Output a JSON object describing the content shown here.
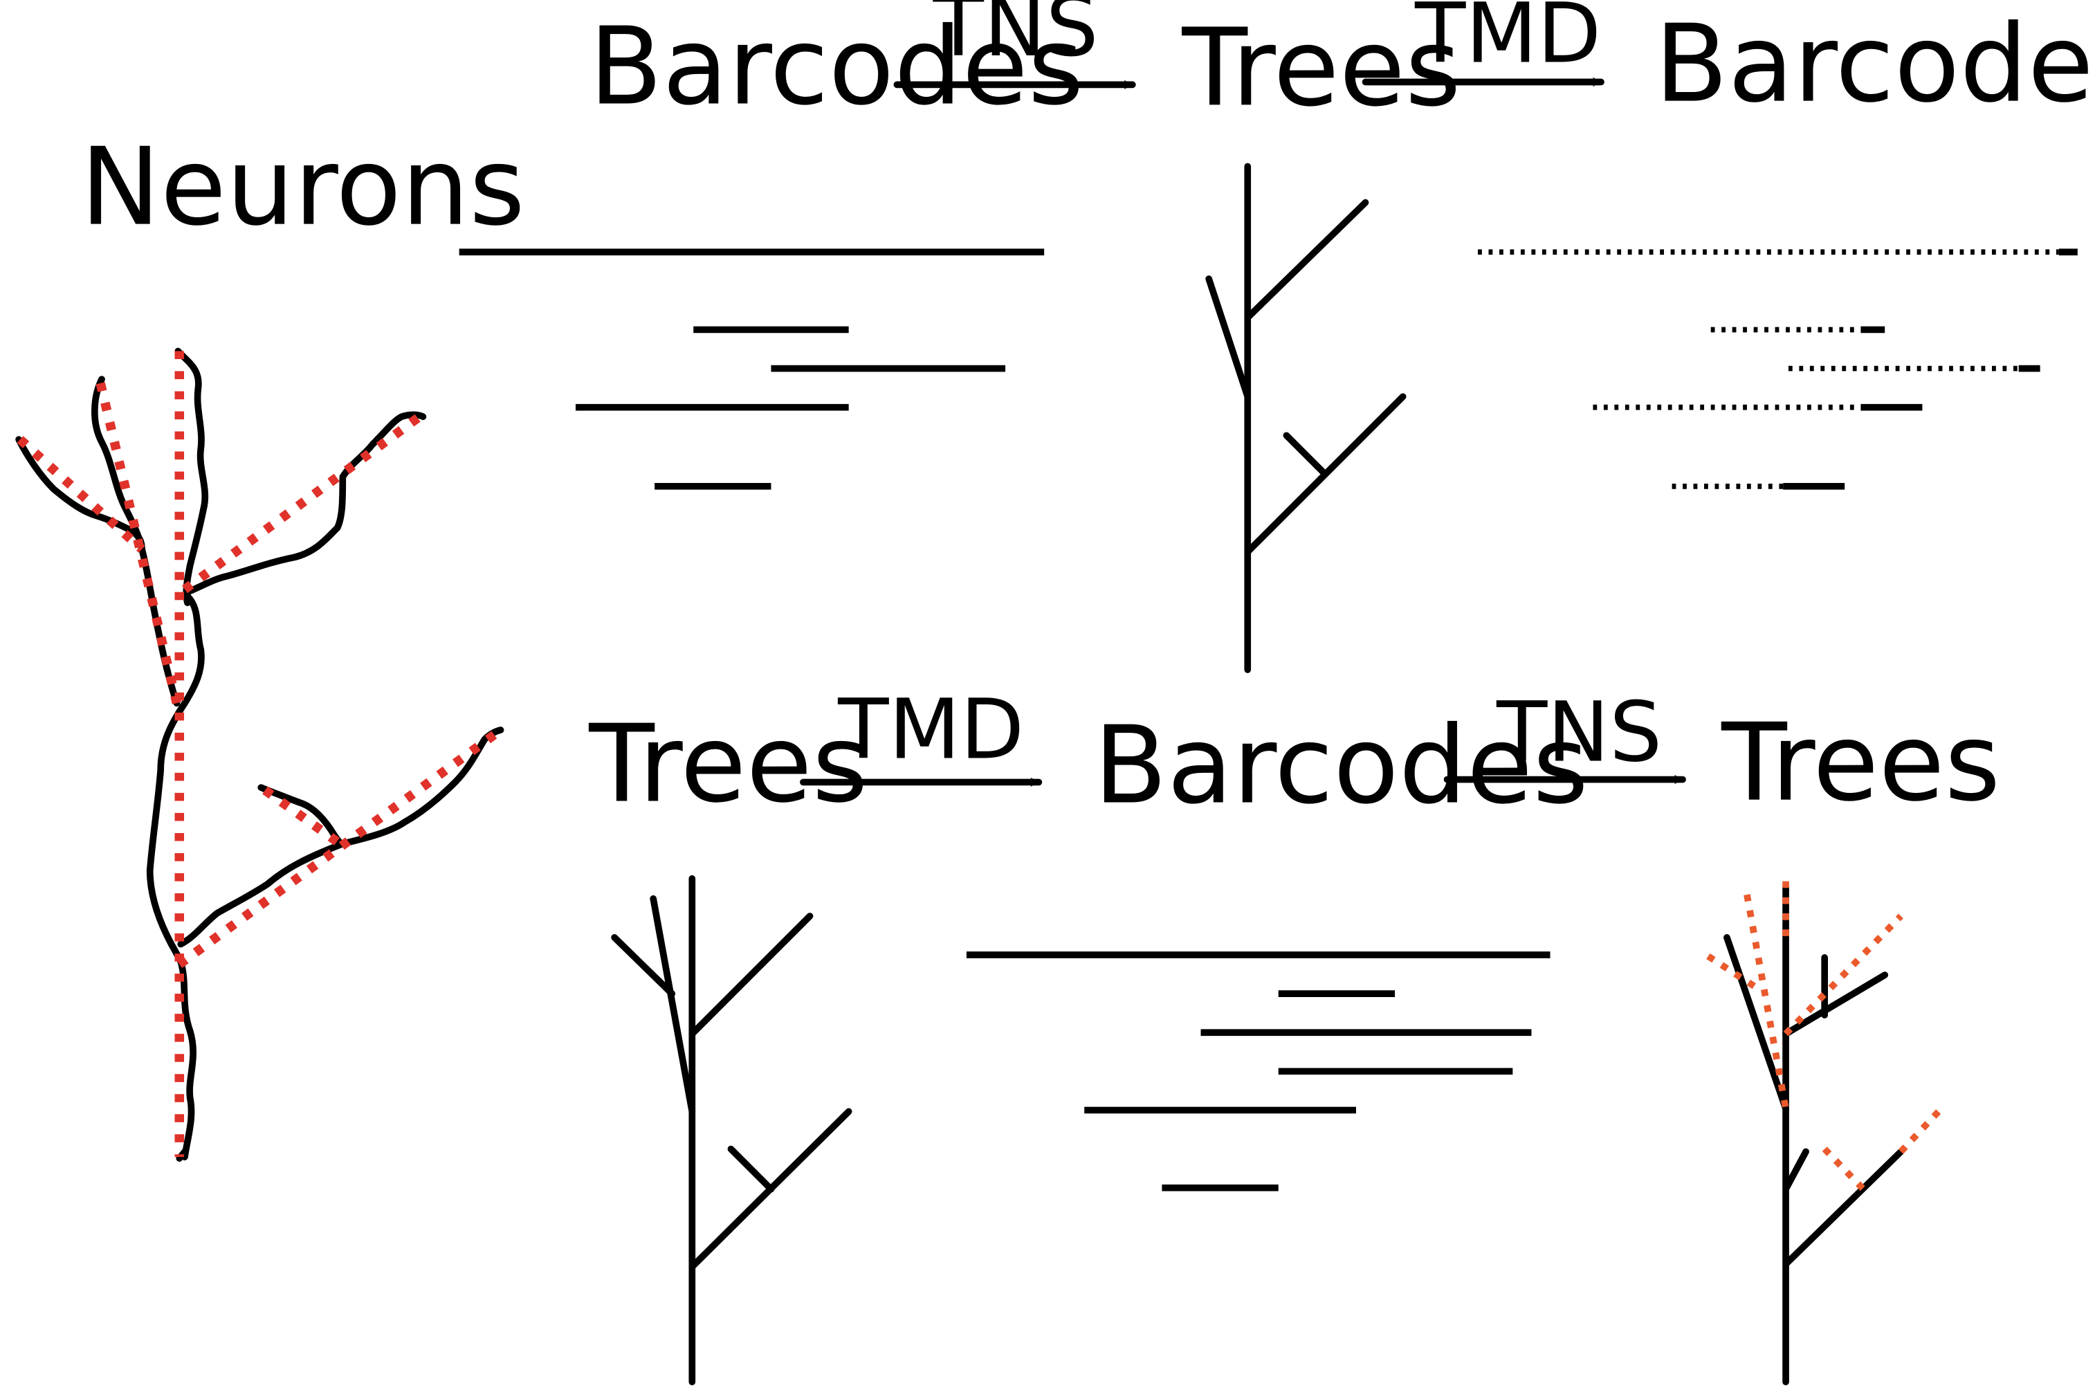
{
  "labels": {
    "neurons": "Neurons",
    "top_row": {
      "barcodes_left": "Barcodes",
      "trees": "Trees",
      "barcodes_right": "Barcodes",
      "arrow1": "TNS",
      "arrow2": "TMD"
    },
    "bottom_row": {
      "trees_left": "Trees",
      "barcodes": "Barcodes",
      "trees_right": "Trees",
      "arrow1": "TMD",
      "arrow2": "TNS"
    }
  },
  "colors": {
    "line": "#000000",
    "neuron_overlay": "#e0322a",
    "regenerated_overlay": "#ea5a2c"
  }
}
